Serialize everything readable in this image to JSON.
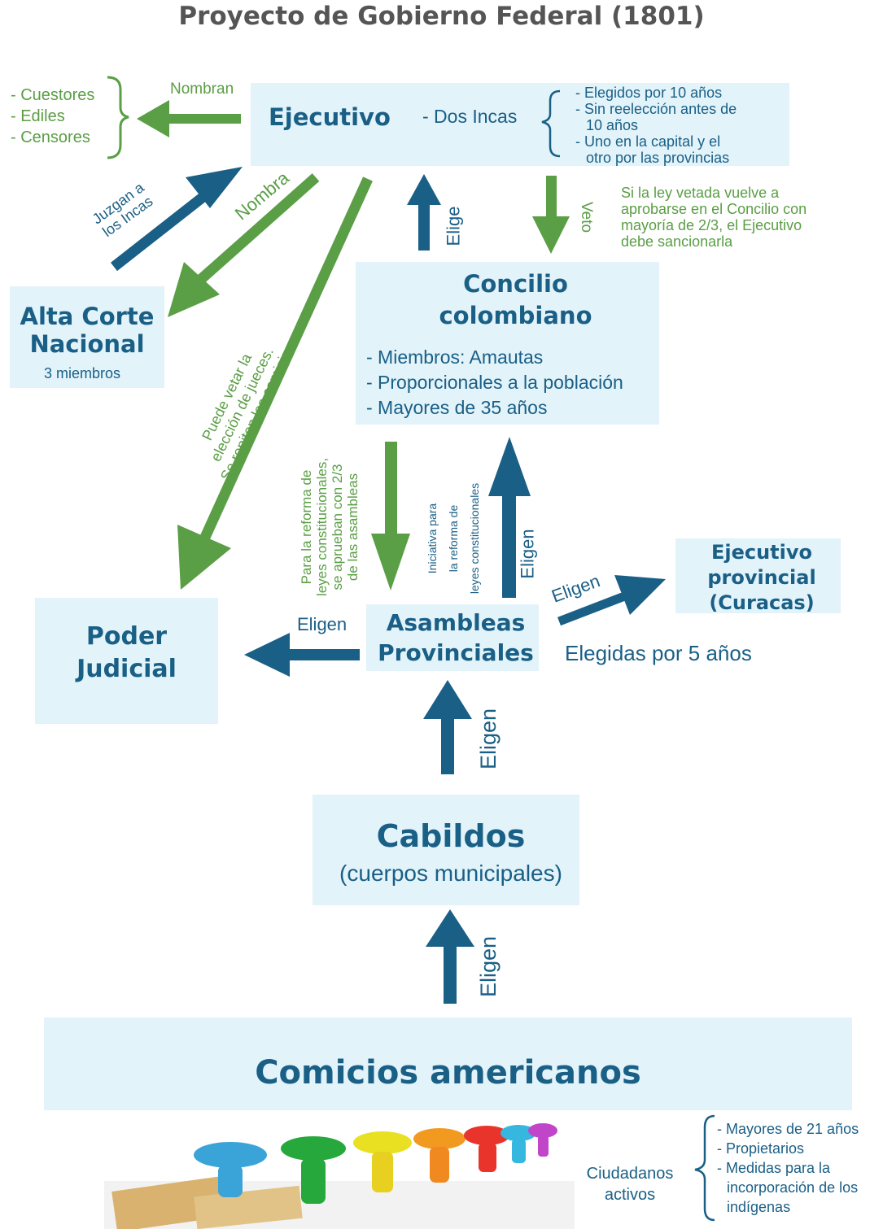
{
  "title": "Proyecto de Gobierno Federal (1801)",
  "officials": [
    "- Cuestores",
    "- Ediles",
    "- Censores"
  ],
  "nombran": "Nombran",
  "ejecutivo": {
    "name": "Ejecutivo",
    "sub": "- Dos Incas",
    "details": [
      "- Elegidos por 10 años",
      "- Sin reelección antes de",
      "10 años",
      "- Uno en la capital y el",
      "otro por las provincias"
    ]
  },
  "alta_corte": {
    "line1": "Alta Corte",
    "line2": "Nacional",
    "sub": "3 miembros"
  },
  "juzgan": [
    "Juzgan a",
    "los Incas"
  ],
  "nombra": "Nombra",
  "puede_vetar": [
    "Puede vetar la",
    "elección de jueces.",
    "Se repiten los comicios"
  ],
  "elige": "Elige",
  "veto": "Veto",
  "veto_note": [
    "Si la ley vetada vuelve a",
    "aprobarse en el Concilio con",
    "mayoría de 2/3, el Ejecutivo",
    "debe sancionarla"
  ],
  "concilio": {
    "line1": "Concilio",
    "line2": "colombiano",
    "items": [
      "- Miembros: Amautas",
      "- Proporcionales a la población",
      "- Mayores de 35 años"
    ]
  },
  "reforma_aprobacion": [
    "Para la reforma de",
    "leyes constitucionales,",
    "se aprueban con 2/3",
    "de las asambleas"
  ],
  "reforma_iniciativa": [
    "Iniciativa para",
    "la reforma de",
    "leyes constitucionales"
  ],
  "eligen": "Eligen",
  "eligen_judicial": "Eligen",
  "eligen_provincial": "Eligen",
  "eligen_asambleas": "Eligen",
  "eligen_cabildos": "Eligen",
  "ejecutivo_provincial": [
    "Ejecutivo",
    "provincial",
    "(Curacas)"
  ],
  "poder_judicial": [
    "Poder",
    "Judicial"
  ],
  "asambleas": [
    "Asambleas",
    "Provinciales"
  ],
  "asambleas_note": "Elegidas por 5 años",
  "cabildos": {
    "name": "Cabildos",
    "sub": "(cuerpos municipales)"
  },
  "comicios": "Comicios americanos",
  "ciudadanos": [
    "Ciudadanos",
    "activos"
  ],
  "requisitos": [
    "- Mayores de 21 años",
    "- Propietarios",
    "- Medidas para la",
    "incorporación de los",
    "indígenas"
  ],
  "colors": {
    "blue": "#1a5f86",
    "green": "#5a9e45",
    "box": "#e2f3fa"
  }
}
